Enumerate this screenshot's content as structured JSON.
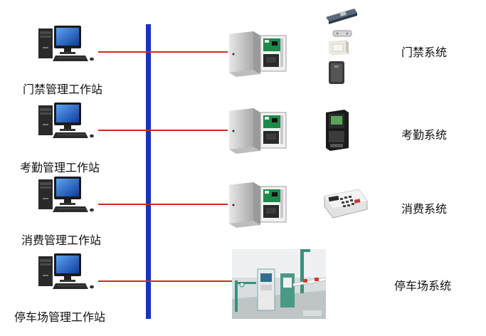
{
  "workstations": [
    {
      "label": "门禁管理工作站"
    },
    {
      "label": "考勤管理工作站"
    },
    {
      "label": "消费管理工作站"
    },
    {
      "label": "停车场管理工作站"
    }
  ],
  "systems": [
    {
      "label": "门禁系统"
    },
    {
      "label": "考勤系统"
    },
    {
      "label": "消费系统"
    },
    {
      "label": "停车场系统"
    }
  ],
  "colors": {
    "bus": "#1536b8",
    "wire": "#d42a1e",
    "monitor_screen": "#1f63c9"
  }
}
